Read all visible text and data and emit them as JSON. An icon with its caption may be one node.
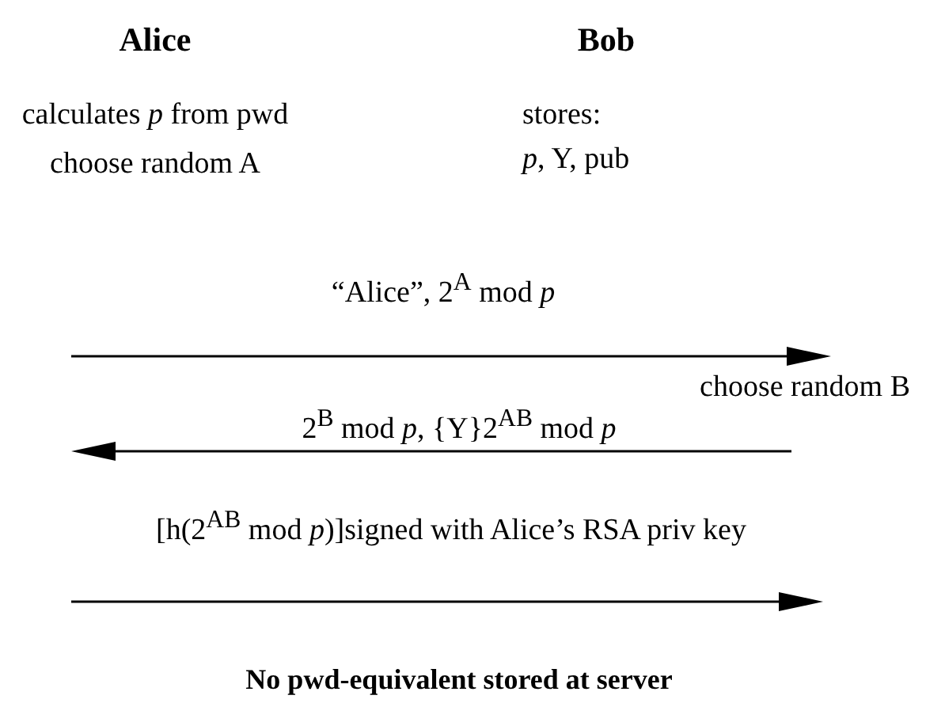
{
  "diagram": {
    "caption": "No pwd-equivalent stored at server",
    "labels": [
      "Alice",
      "Bob",
      "calculates *p* from pwd",
      "stores:",
      "choose random A",
      "*p*, Y, pub",
      "“Alice”, 2$^{A}$ mod *p*",
      "choose random B",
      "2$^{B}$ mod *p*, {Y}2$^{AB}$ mod *p*",
      "[h(2$^{AB}$ mod *p*)]signed with Alice’s RSA priv key"
    ]
  }
}
